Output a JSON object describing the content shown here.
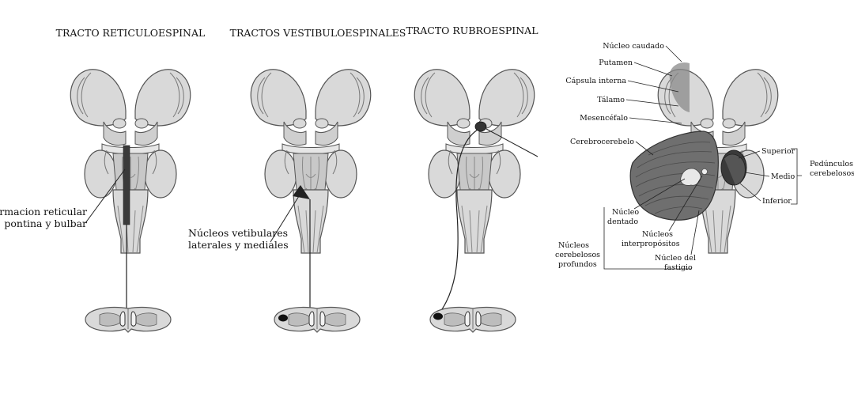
{
  "panels": {
    "reticulo": {
      "title": "TRACTO RETICULOESPINAL",
      "label_line1": "Formacion reticular",
      "label_line2": "pontina y bulbar"
    },
    "vestibulo": {
      "title": "TRACTOS VESTIBULOESPINALES",
      "label_line1": "Núcleos vetibulares",
      "label_line2": "laterales y mediales"
    },
    "rubro": {
      "title": "TRACTO RUBROESPINAL"
    }
  },
  "cerebellum": {
    "left_labels": [
      "Núcleo caudado",
      "Putamen",
      "Cápsula interna",
      "Tálamo",
      "Mesencéfalo",
      "Cerebrocerebelo"
    ],
    "peduncle_labels": [
      "Superior",
      "Medio",
      "Inferior"
    ],
    "peduncles_group": [
      "Pedúnculos",
      "cerebelosos"
    ],
    "dentado": [
      "Núcleo",
      "dentado"
    ],
    "interpositos": [
      "Núcleos",
      "interpropósitos"
    ],
    "fastigio": [
      "Núcleo del",
      "fastigio"
    ],
    "profundos": [
      "Núcleos",
      "cerebelosos",
      "profundos"
    ]
  },
  "colors": {
    "tissue": "#d9d9d9",
    "tissue_dark": "#bdbdbd",
    "outline": "#555555",
    "tract": "#222222",
    "cerebellum": "#6f6f6f"
  }
}
